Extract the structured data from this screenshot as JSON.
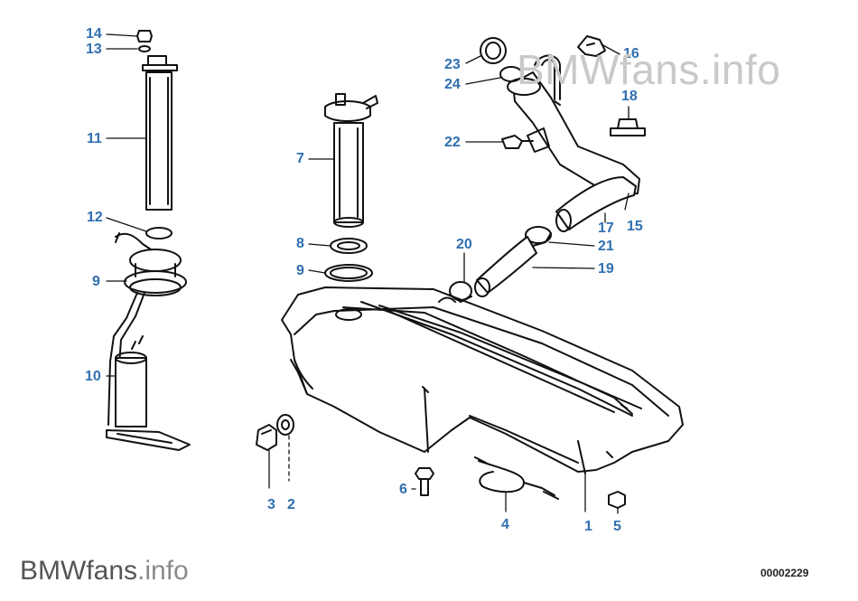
{
  "watermark": {
    "brand": "BMWfans",
    "suffix": ".info"
  },
  "diagram_code": "00002229",
  "callouts": {
    "c1": "1",
    "c2": "2",
    "c3": "3",
    "c4": "4",
    "c5": "5",
    "c6": "6",
    "c7": "7",
    "c8": "8",
    "c9a": "9",
    "c9b": "9",
    "c10": "10",
    "c11": "11",
    "c12": "12",
    "c13": "13",
    "c14": "14",
    "c15": "15",
    "c16": "16",
    "c17": "17",
    "c18": "18",
    "c19": "19",
    "c20": "20",
    "c21": "21",
    "c22": "22",
    "c23": "23",
    "c24": "24"
  }
}
